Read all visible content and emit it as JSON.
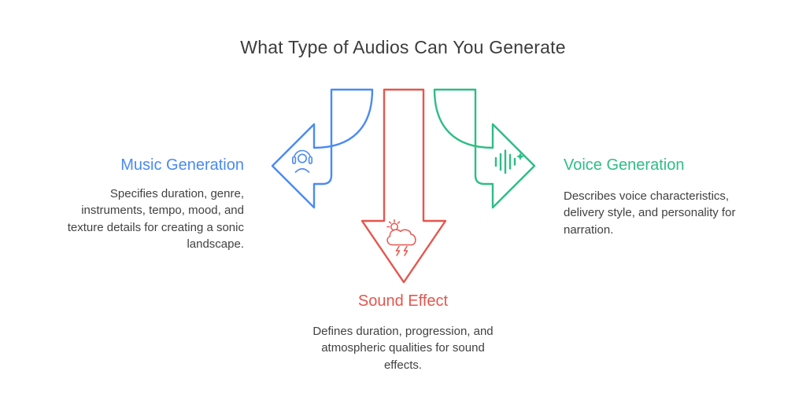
{
  "title": "What Type of Audios Can You Generate",
  "colors": {
    "background": "#ffffff",
    "title_text": "#3c3c3c",
    "body_text": "#414141",
    "blue": "#4a8af4",
    "green": "#2ebd85",
    "red": "#e4564e"
  },
  "nodes": {
    "music": {
      "label": "Music Generation",
      "description": "Specifies duration, genre, instruments, tempo, mood, and texture details for creating a sonic landscape.",
      "color": "#4a8af4",
      "icon": "headset-agent-icon",
      "arrow_direction": "left"
    },
    "sound": {
      "label": "Sound Effect",
      "description": "Defines duration, progression, and atmospheric qualities for sound effects.",
      "color": "#e4564e",
      "icon": "storm-cloud-lightning-icon",
      "arrow_direction": "down"
    },
    "voice": {
      "label": "Voice Generation",
      "description": "Describes voice characteristics, delivery style, and personality for narration.",
      "color": "#2ebd85",
      "icon": "sound-wave-sparkle-icon",
      "arrow_direction": "right"
    }
  }
}
